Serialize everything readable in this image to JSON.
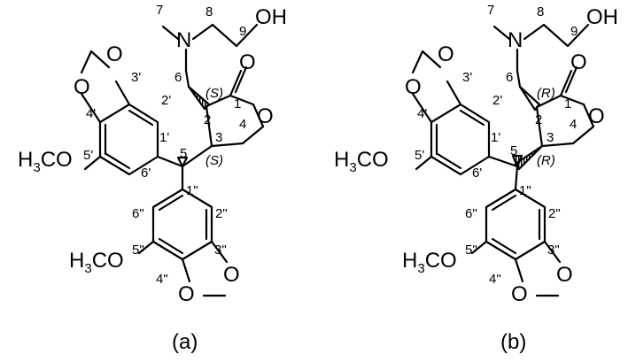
{
  "atoms": {
    "N": "N",
    "O": "O",
    "OH": "OH",
    "H": "H",
    "C": "C",
    "sub3": "3"
  },
  "numbers": {
    "n7": "7",
    "n8": "8",
    "n9": "9",
    "n6": "6",
    "n1": "1",
    "n2": "2",
    "n3": "3",
    "n4": "4",
    "n5": "5",
    "p1": "1'",
    "p2": "2'",
    "p3": "3'",
    "p4": "4'",
    "p5": "5'",
    "p6": "6'",
    "d1": "1\"",
    "d2": "2\"",
    "d3": "3\"",
    "d4": "4\"",
    "d5": "5\"",
    "d6": "6\""
  },
  "stereo": {
    "S": "(S)",
    "R": "(R)"
  },
  "captions": {
    "a": "(a)",
    "b": "(b)"
  }
}
